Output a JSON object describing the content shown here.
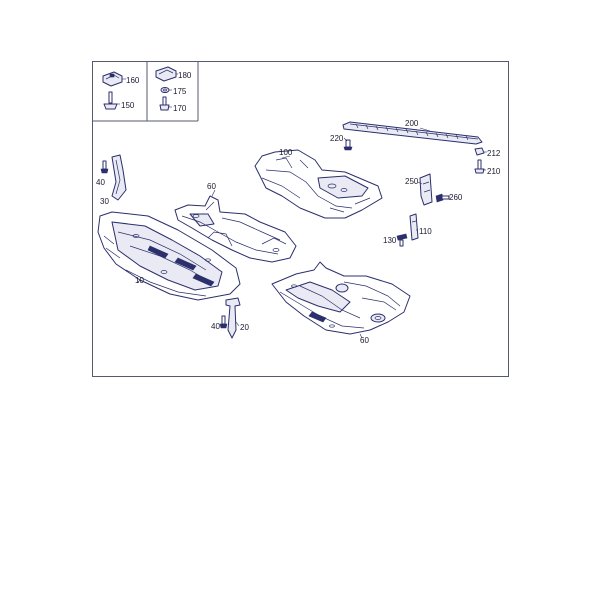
{
  "callouts": {
    "c160": "160",
    "c150": "150",
    "c180": "180",
    "c175": "175",
    "c170": "170",
    "c200": "200",
    "c220": "220",
    "c212": "212",
    "c210": "210",
    "c100": "100",
    "c250": "250",
    "c260": "260",
    "c40a": "40",
    "c30": "30",
    "c60a": "60",
    "c110": "110",
    "c130": "130",
    "c10": "10",
    "c40b": "40",
    "c20": "20",
    "c60b": "60"
  },
  "colors": {
    "line": "#2b2f6b",
    "frame": "#555a70"
  }
}
